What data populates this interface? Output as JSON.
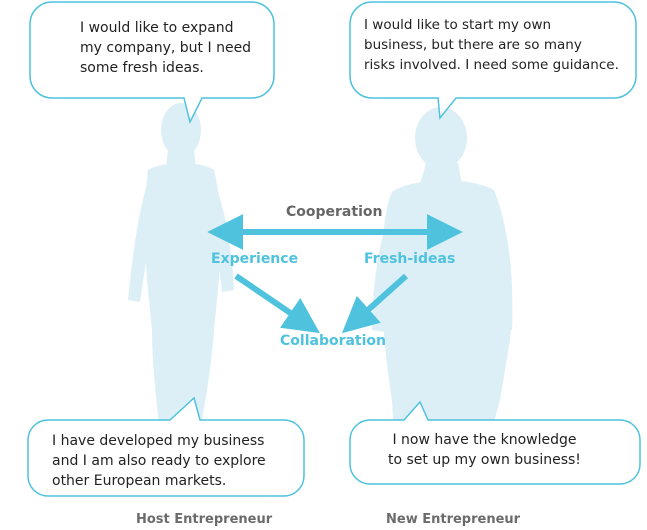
{
  "colors": {
    "accent": "#4fc2de",
    "silhouette": "#dceff6",
    "bubble_border": "#4fc2de",
    "label_gray": "#666666"
  },
  "bubbles": {
    "host_top": "I would like to expand\nmy company, but I need\nsome fresh ideas.",
    "new_top": "I would like to start my own\nbusiness, but there are so many\nrisks involved. I need some guidance.",
    "host_bottom": "I have developed my business\nand I am also ready to explore\nother European markets.",
    "new_bottom": "I now have the knowledge\nto set up my own business!"
  },
  "diagram": {
    "cooperation": "Cooperation",
    "experience": "Experience",
    "fresh_ideas": "Fresh-ideas",
    "collaboration": "Collaboration"
  },
  "captions": {
    "host": "Host Entrepreneur",
    "new": "New Entrepreneur"
  }
}
